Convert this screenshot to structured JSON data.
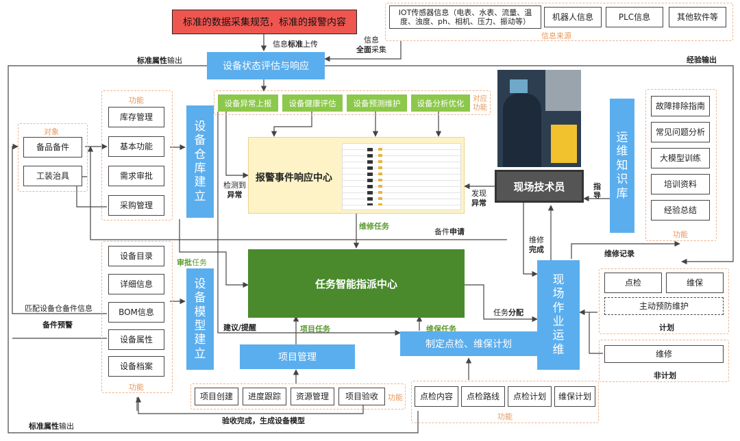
{
  "top": {
    "standard_box": "标准的数据采集规范，标准的报警内容",
    "sources": [
      "IOT传感器信息（电表、水表、流量、温度、浊度、ph、相机、压力、振动等）",
      "机器人信息",
      "PLC信息",
      "其他软件等"
    ],
    "sources_label": "信息来源",
    "info_standard_upload": {
      "a": "信息",
      "b": "标准",
      "c": "上传"
    },
    "info_full_collect": {
      "a": "信息",
      "b": "全面",
      "c": "采集"
    },
    "standard_attr_output_top": {
      "a": "标准属性",
      "b": "输出"
    },
    "experience_output": "经验输出"
  },
  "eval": {
    "title": "设备状态评估与响应",
    "functions": [
      "设备异常上报",
      "设备健康评估",
      "设备预测维护",
      "设备分析优化"
    ],
    "functions_label": "对应功能"
  },
  "warehouse": {
    "func_title": "功能",
    "items": [
      "库存管理",
      "基本功能",
      "需求审批",
      "采购管理"
    ],
    "title": "设备仓库建立",
    "object_label": "对象",
    "objects": [
      "备品备件",
      "工装治具"
    ]
  },
  "alarm": {
    "title": "报警事件响应中心",
    "detect_a": "检测到",
    "detect_b": "异常",
    "found_a": "发现",
    "found_b": "异常",
    "repair_task": "维修任务",
    "spare_request": {
      "a": "备件",
      "b": "申请"
    }
  },
  "technician": {
    "title": "现场技术员",
    "guide": "指导",
    "repair_done_a": "维修",
    "repair_done_b": "完成"
  },
  "knowledge": {
    "title": "运维知识库",
    "items": [
      "故障排除指南",
      "常见问题分析",
      "大模型训练",
      "培训资料",
      "经验总结"
    ],
    "func_label": "功能",
    "repair_record": "维修记录"
  },
  "dispatch": {
    "title": "任务智能指派中心",
    "approve_task": {
      "a": "审批",
      "b": "任务"
    },
    "suggest": "建议/提醒",
    "project_task": "项目任务",
    "maint_task": "维保任务",
    "task_dispatch": {
      "a": "任务",
      "b": "分配"
    }
  },
  "model": {
    "items": [
      "设备目录",
      "详细信息",
      "BOM信息",
      "设备属性",
      "设备档案"
    ],
    "func_label": "功能",
    "title": "设备模型建立",
    "match_info": "匹配设备仓备件信息",
    "spare_warning": "备件预警",
    "standard_attr_output_bottom": {
      "a": "标准属性",
      "b": "输出"
    }
  },
  "project": {
    "title": "项目管理",
    "items": [
      "项目创建",
      "进度跟踪",
      "资源管理",
      "项目验收"
    ],
    "func_label": "功能",
    "accept_done": "验收完成，生成设备模型"
  },
  "plan": {
    "title": "制定点检、维保计划",
    "items": [
      "点检内容",
      "点检路线",
      "点检计划",
      "维保计划"
    ],
    "func_label": "功能"
  },
  "field_ops": {
    "title": "现场作业运维",
    "planned_items": [
      "点检",
      "维保"
    ],
    "preventive": "主动预防维护",
    "planned_label": "计划",
    "unplanned_item": "维修",
    "unplanned_label": "非计划"
  },
  "colors": {
    "red": "#ef5650",
    "blue": "#5aaeee",
    "green": "#8cc84b",
    "dark_green": "#4a8a2c",
    "gray": "#555555",
    "orange_dash": "#f0b38a"
  }
}
